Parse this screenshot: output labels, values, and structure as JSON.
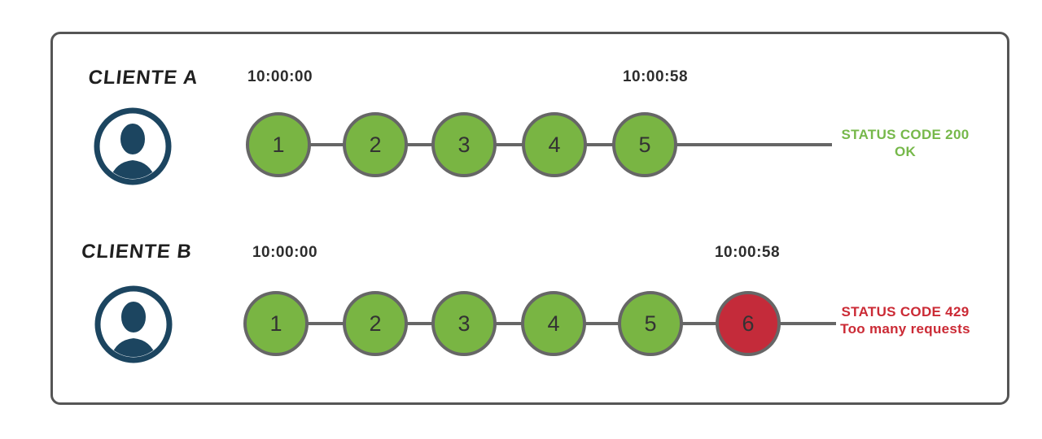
{
  "diagram": {
    "rows": [
      {
        "client_label": "CLIENTE A",
        "avatar_icon": "user-avatar-icon",
        "start_time": "10:00:00",
        "end_time": "10:00:58",
        "requests": [
          {
            "label": "1",
            "state": "ok"
          },
          {
            "label": "2",
            "state": "ok"
          },
          {
            "label": "3",
            "state": "ok"
          },
          {
            "label": "4",
            "state": "ok"
          },
          {
            "label": "5",
            "state": "ok"
          }
        ],
        "status_line1": "STATUS CODE 200",
        "status_line2": "OK"
      },
      {
        "client_label": "CLIENTE B",
        "avatar_icon": "user-avatar-icon",
        "start_time": "10:00:00",
        "end_time": "10:00:58",
        "requests": [
          {
            "label": "1",
            "state": "ok"
          },
          {
            "label": "2",
            "state": "ok"
          },
          {
            "label": "3",
            "state": "ok"
          },
          {
            "label": "4",
            "state": "ok"
          },
          {
            "label": "5",
            "state": "ok"
          },
          {
            "label": "6",
            "state": "rejected"
          }
        ],
        "status_line1": "STATUS CODE 429",
        "status_line2": "Too many requests"
      }
    ],
    "colors": {
      "request_ok": "#79b543",
      "request_rejected": "#c42b3a",
      "status_ok_text": "#76b84a",
      "status_rejected_text": "#cb2a35",
      "avatar": "#1c4560",
      "connector": "#666666",
      "frame_border": "#555555"
    }
  }
}
